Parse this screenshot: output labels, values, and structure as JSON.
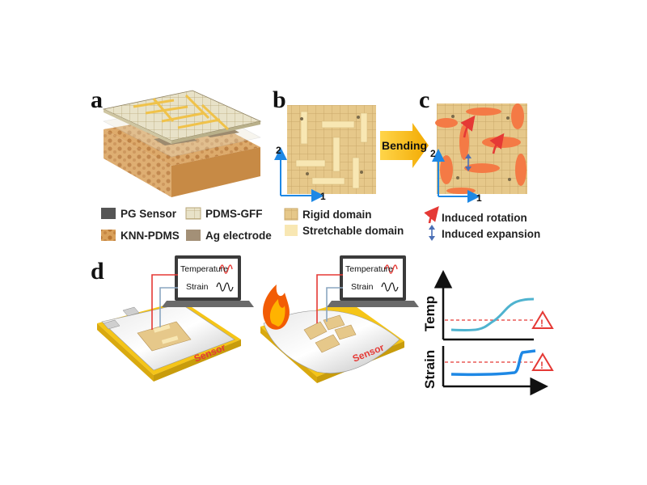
{
  "panels": {
    "a": "a",
    "b": "b",
    "c": "c",
    "d": "d"
  },
  "legend_a": {
    "pg_sensor": "PG Sensor",
    "pdms_gff": "PDMS-GFF",
    "knn_pdms": "KNN-PDMS",
    "ag_electrode": "Ag electrode"
  },
  "legend_b": {
    "rigid": "Rigid domain",
    "stretchable": "Stretchable domain"
  },
  "legend_c": {
    "rotation": "Induced rotation",
    "expansion": "Induced expansion"
  },
  "bending_label": "Bending",
  "axes": {
    "one": "1",
    "two": "2"
  },
  "laptop": {
    "temperature": "Temperature",
    "strain": "Strain"
  },
  "sensor_label": "Sensor",
  "plots": {
    "temp_label": "Temp",
    "strain_label": "Strain",
    "warning_symbol": "!"
  },
  "colors": {
    "tile": "#e6c88a",
    "stretch": "#f8e7b3",
    "expansion": "#f47a45",
    "rotation": "#e53935",
    "axis": "#1e88e5",
    "temp_curve": "#4fb3cf",
    "strain_curve": "#1e88e5",
    "gold": "#f5c518"
  }
}
